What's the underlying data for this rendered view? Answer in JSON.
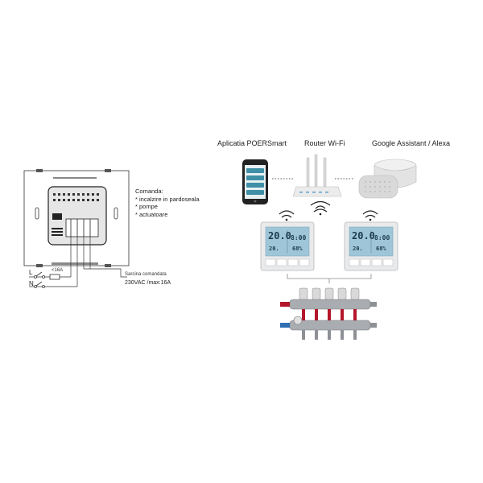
{
  "left_schematic": {
    "line_label": "L",
    "neutral_label": "N",
    "fuse_label": "<16A",
    "command_title": "Comanda:",
    "command_items": [
      "* incalzire in pardoseala",
      "* pompe",
      "* actuatoare"
    ],
    "load_title": "Sarcina comandata",
    "load_rating": "230VAC  /max:16A"
  },
  "devices": {
    "app": {
      "label": "Aplicatia POERSmart"
    },
    "router": {
      "label": "Router Wi-Fi"
    },
    "assistant": {
      "label": "Google Assistant / Alexa"
    }
  },
  "thermostats": [
    {
      "temp": "20.0",
      "time": "8:00",
      "small": "20.",
      "humidity": "68%"
    },
    {
      "temp": "20.0",
      "time": "8:00",
      "small": "20.",
      "humidity": "68%"
    }
  ],
  "colors": {
    "screen": "#9fc6d8",
    "valve_handle": "#b3162b",
    "manifold": "#a9adb2"
  }
}
